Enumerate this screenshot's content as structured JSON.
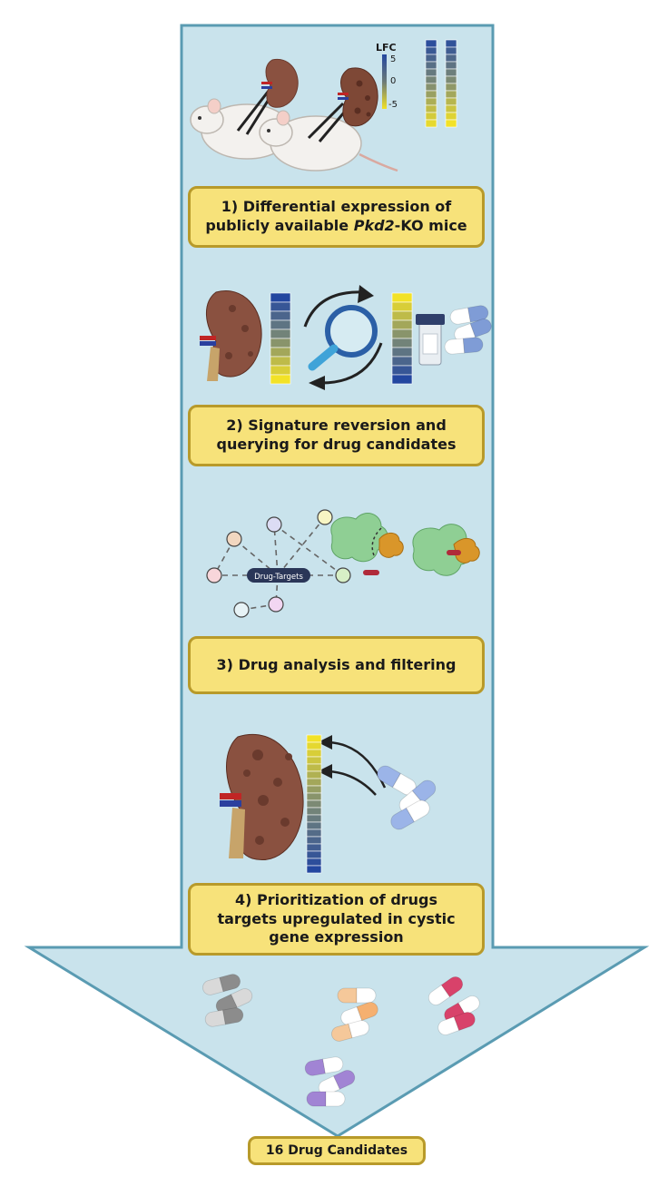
{
  "colors": {
    "arrow_fill": "#c5e1ea",
    "arrow_stroke": "#5a9bb2",
    "box_fill": "#f7e27a",
    "box_stroke": "#b89a2a",
    "heat_high": "#2347a0",
    "heat_low": "#f2e227",
    "kidney": "#8a5140"
  },
  "legend": {
    "title": "LFC",
    "max": "5",
    "mid": "0",
    "min": "-5"
  },
  "steps": [
    {
      "number": "1)",
      "line1": "Differential expression of",
      "line2_pre": "publicly available ",
      "line2_italic": "Pkd2",
      "line2_post": "-KO mice"
    },
    {
      "number": "2)",
      "line1": "Signature reversion and",
      "line2": "querying for drug candidates"
    },
    {
      "number": "3)",
      "line1": "Drug analysis and filtering"
    },
    {
      "number": "4)",
      "line1": "Prioritization of drugs",
      "line2": "targets upregulated in cystic",
      "line3": "gene expression"
    }
  ],
  "network": {
    "center_label": "Drug-Targets"
  },
  "result": {
    "label": "16 Drug Candidates"
  }
}
